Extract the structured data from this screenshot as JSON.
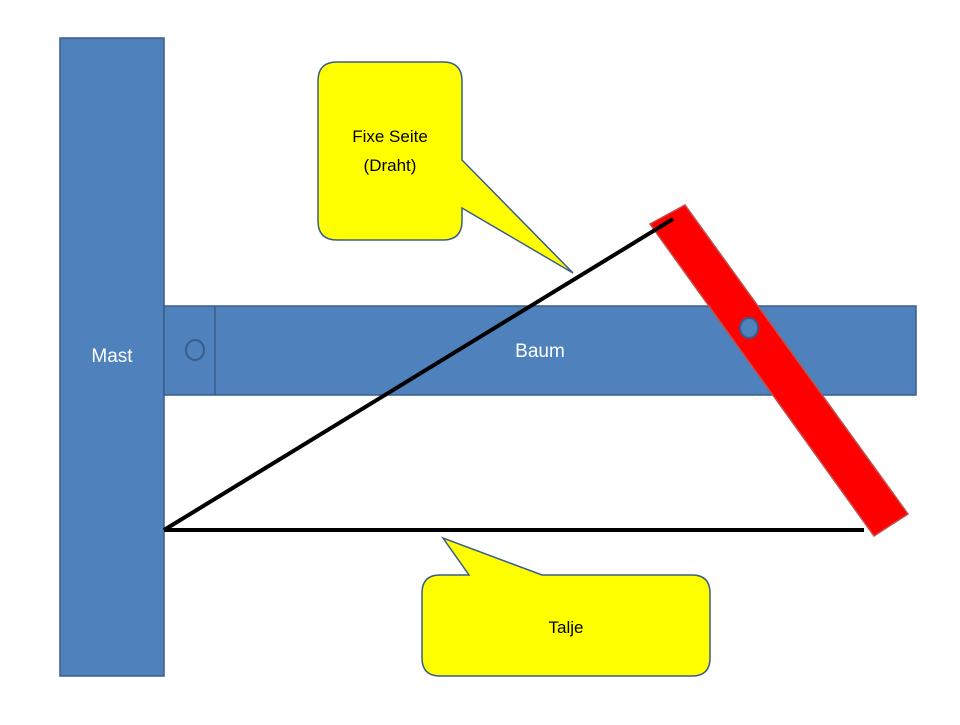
{
  "labels": {
    "mast": "Mast",
    "baum": "Baum",
    "callout_top_line1": "Fixe Seite",
    "callout_top_line2": "(Draht)",
    "callout_bottom": "Talje"
  },
  "colors": {
    "blue_fill": "#4f81bd",
    "blue_stroke": "#385d8a",
    "red_fill": "#ff0000",
    "red_stroke": "#c0504d",
    "callout_fill": "#ffff00",
    "callout_stroke": "#385d8a",
    "line": "#000000",
    "label_on_blue": "#ffffff",
    "label_on_yellow": "#000000"
  }
}
